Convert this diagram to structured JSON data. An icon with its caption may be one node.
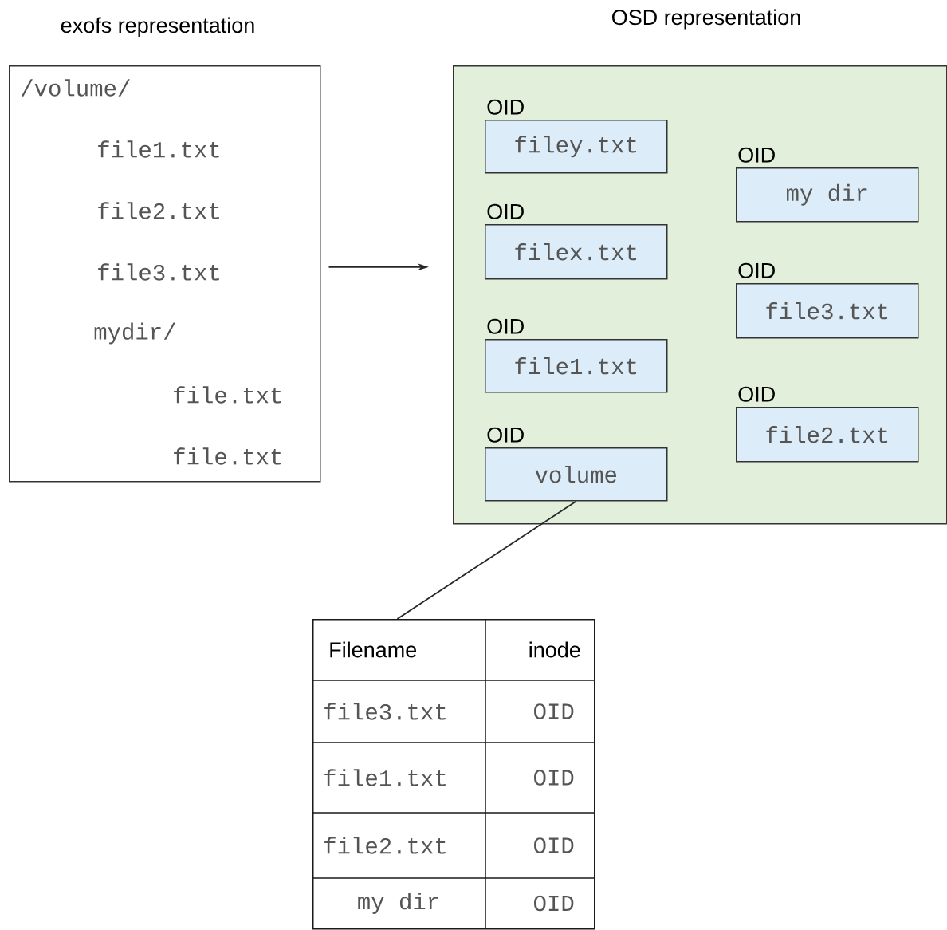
{
  "diagram": {
    "nodes": [
      {
        "text": [
          "exofs representation",
          "/volume/",
          "file1.txt",
          "file2.txt",
          "file3.txt",
          "mydir/",
          "file.txt",
          "file.txt"
        ]
      },
      {
        "text": [
          "OSD representation"
        ]
      },
      {
        "text": [
          "OID",
          "filey.txt"
        ],
        "in": 1
      },
      {
        "text": [
          "OID",
          "filex.txt"
        ],
        "in": 1
      },
      {
        "text": [
          "OID",
          "file1.txt"
        ],
        "in": 1
      },
      {
        "text": [
          "OID",
          "volume"
        ],
        "in": 1
      },
      {
        "text": [
          "OID",
          "my dir"
        ],
        "in": 1
      },
      {
        "text": [
          "OID",
          "file3.txt"
        ],
        "in": 1
      },
      {
        "text": [
          "OID",
          "file2.txt"
        ],
        "in": 1
      },
      {
        "text": [
          "Filename",
          "inode",
          "file3.txt",
          "OID",
          "file1.txt",
          "OID",
          "file2.txt",
          "OID",
          "my dir",
          "OID"
        ]
      }
    ],
    "edges": [
      {
        "from": 0,
        "to": 1,
        "arrow": "to"
      },
      {
        "from": 5,
        "to": 9,
        "arrow": "none"
      }
    ]
  }
}
